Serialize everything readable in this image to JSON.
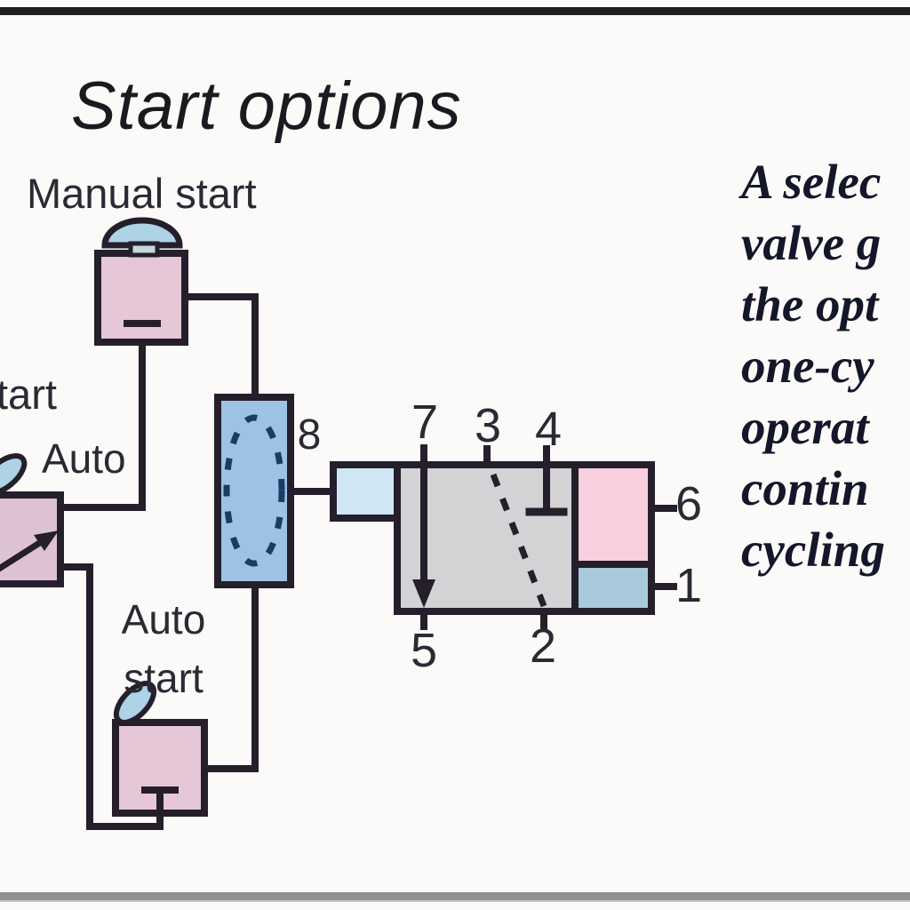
{
  "title": "Start options",
  "components": {
    "manual_start": {
      "label": "Manual start"
    },
    "auto_valve": {
      "clipped_label": "tart",
      "label": "Auto"
    },
    "auto_start": {
      "line1": "Auto",
      "line2": "start"
    }
  },
  "ports": {
    "p1": "1",
    "p2": "2",
    "p3": "3",
    "p4": "4",
    "p5": "5",
    "p6": "6",
    "p7": "7",
    "p8": "8"
  },
  "caption": {
    "lines": [
      "A selec",
      "valve g",
      "the opt",
      "one-cy",
      "operat",
      "contin",
      "cycling"
    ]
  },
  "icons": {
    "palm_button": "palm-button-icon",
    "lever": "lever-icon",
    "flow_arrow": "flow-arrow-icon"
  },
  "colors": {
    "background": "#fbfaf8",
    "line": "#241f2b",
    "valve_pink": "#e5c7d8",
    "auto_valve_pink": "#dcc2d2",
    "actuator_blue": "#aed2e6",
    "shuttle_blue": "#9dc3e4",
    "shuttle_dash_navy": "#1c3a66",
    "inlet_pale_blue": "#cfe7f4",
    "valve_gray": "#d3d2d4",
    "section_pink": "#f7cfdf",
    "section_blue": "#a9cada",
    "caption_text": "#14162a",
    "label_text": "#2b2933",
    "title_text": "#1b1a21",
    "top_border": "#1f1f1f",
    "bottom_border": "#919191"
  }
}
